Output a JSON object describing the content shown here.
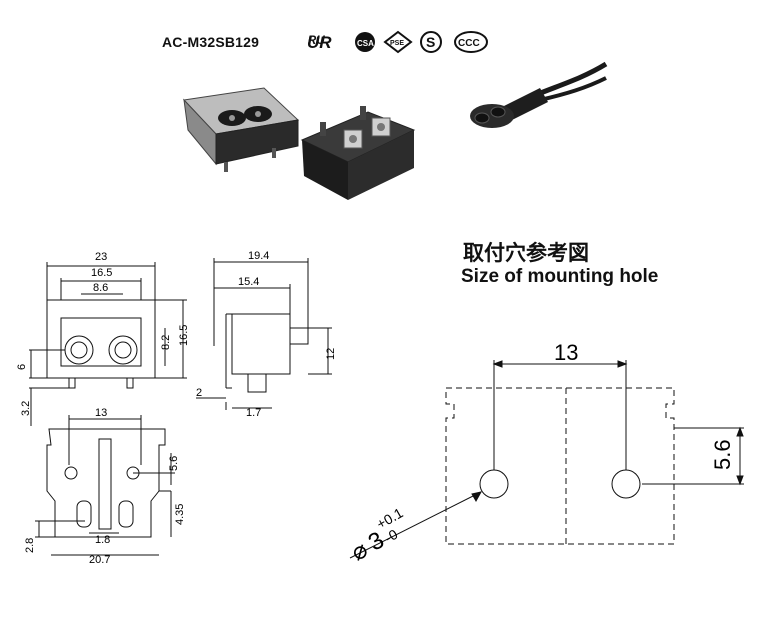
{
  "header": {
    "model": "AC-M32SB129",
    "certifications": [
      "UR",
      "CSA",
      "PSE",
      "S",
      "CCC"
    ]
  },
  "mounting_hole": {
    "title_cn": "取付穴参考図",
    "title_en": "Size of mounting hole",
    "dim_spacing": "13",
    "dim_offset": "5.6",
    "dim_hole_base": "3",
    "dim_hole_tol_plus": "+0.1",
    "dim_hole_tol_minus": "-0"
  },
  "front_view": {
    "dim_width": "23",
    "dim_inner": "16.5",
    "dim_center": "8.6",
    "dim_height": "16.5",
    "dim_half": "8.2",
    "dim_left": "6",
    "dim_bottom": "3.2"
  },
  "side_view": {
    "dim_total": "19.4",
    "dim_depth": "15.4",
    "dim_height": "12",
    "dim_flange": "2",
    "dim_pin": "1.7"
  },
  "bottom_view": {
    "dim_spacing": "13",
    "dim_hole": "5.6",
    "dim_height": "4.35",
    "dim_pin_spacing": "1.8",
    "dim_pin_h": "2.8",
    "dim_width": "20.7"
  }
}
